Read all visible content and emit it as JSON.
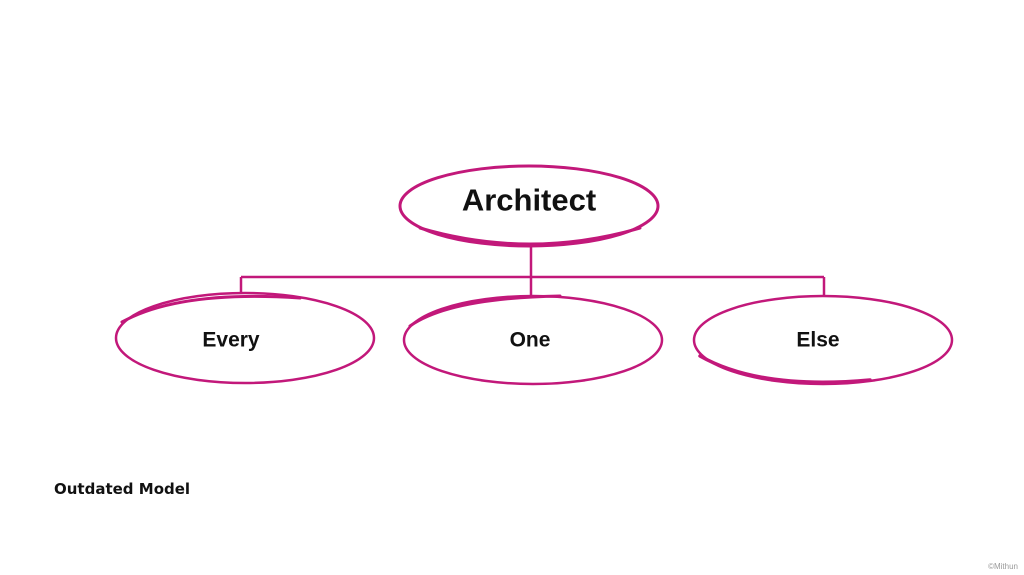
{
  "diagram": {
    "accent_color": "#c2187a",
    "root": {
      "label": "Architect"
    },
    "children": [
      {
        "label": "Every"
      },
      {
        "label": "One"
      },
      {
        "label": "Else"
      }
    ]
  },
  "caption": "Outdated Model",
  "credit": "©Mithun"
}
